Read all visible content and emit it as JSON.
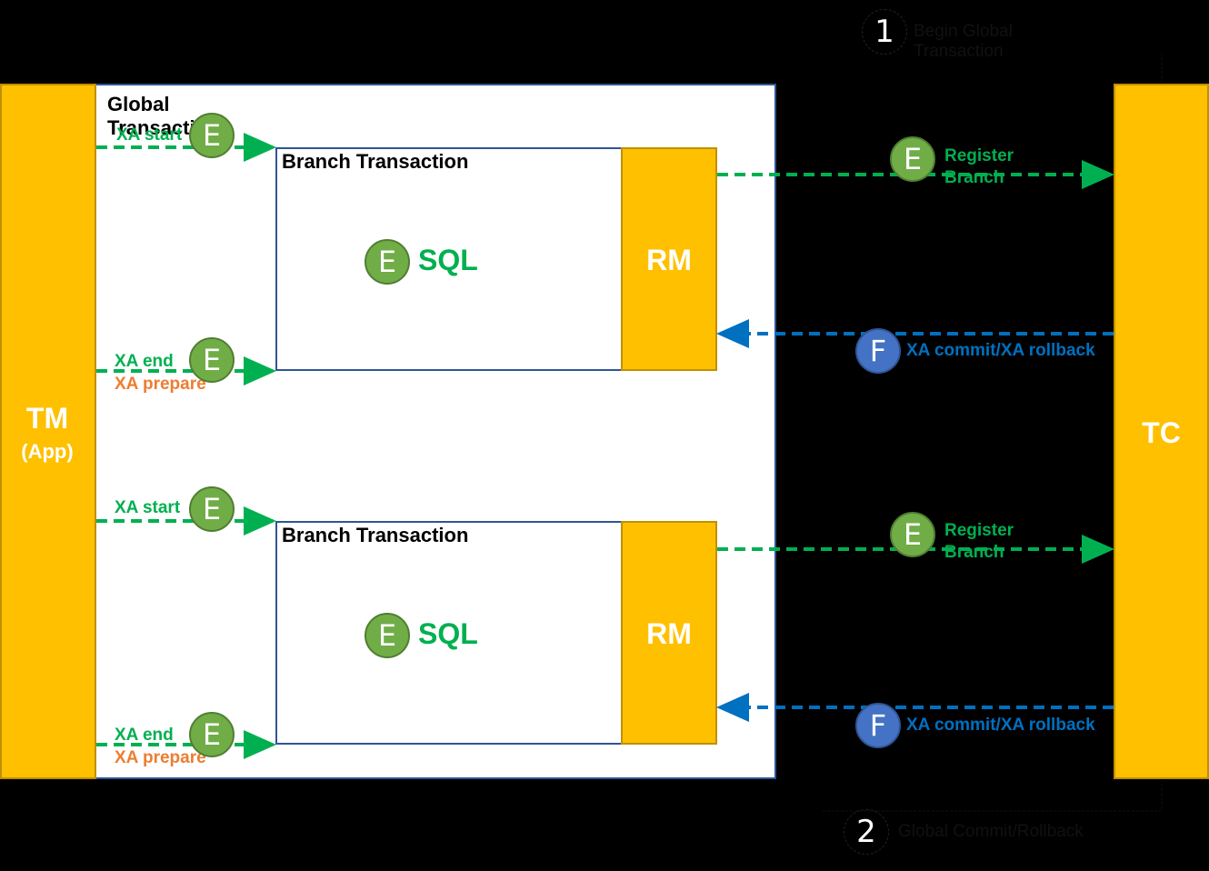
{
  "steps": [
    {
      "number": "1",
      "label": "Begin Global Transaction"
    },
    {
      "number": "2",
      "label": "Global Commit/Rollback"
    }
  ],
  "tm": {
    "title": "TM",
    "subtitle": "(App)"
  },
  "tc": {
    "title": "TC"
  },
  "global_transaction": {
    "label": "Global Transaction"
  },
  "branches": [
    {
      "title": "Branch Transaction",
      "sql": {
        "badge": "E",
        "label": "SQL"
      },
      "rm": "RM",
      "xa_start": {
        "badge": "E",
        "label": "XA start"
      },
      "xa_end": {
        "badge": "E",
        "label": "XA end",
        "sublabel": "XA prepare"
      },
      "register": {
        "badge": "E",
        "label": "Register Branch"
      },
      "commit": {
        "badge": "F",
        "label": "XA commit/XA rollback"
      }
    },
    {
      "title": "Branch Transaction",
      "sql": {
        "badge": "E",
        "label": "SQL"
      },
      "rm": "RM",
      "xa_start": {
        "badge": "E",
        "label": "XA start"
      },
      "xa_end": {
        "badge": "E",
        "label": "XA end",
        "sublabel": "XA prepare"
      },
      "register": {
        "badge": "E",
        "label": "Register Branch"
      },
      "commit": {
        "badge": "F",
        "label": "XA commit/XA rollback"
      }
    }
  ],
  "colors": {
    "component": "#FFC000",
    "execute": "#70AD47",
    "finish": "#4472C4",
    "green_text": "#00B050",
    "orange_text": "#ED7D31",
    "blue_text": "#0070C0",
    "border": "#2F5597"
  }
}
